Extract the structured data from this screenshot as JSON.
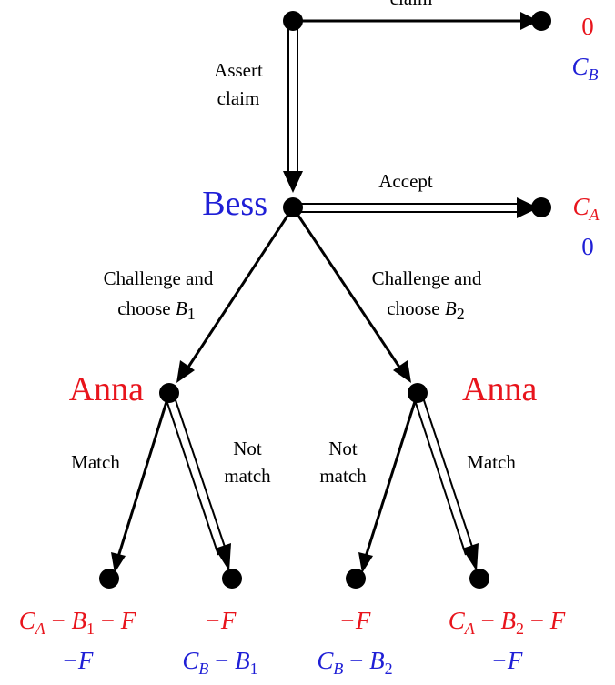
{
  "colors": {
    "anna": "#e8141c",
    "bess": "#1f1fd6",
    "edge": "#000000"
  },
  "players": {
    "top": "Bess",
    "left": "Anna",
    "right": "Anna"
  },
  "actions": {
    "top_right_label": "claim",
    "assert_line1": "Assert",
    "assert_line2": "claim",
    "accept": "Accept",
    "challenge_b1_line1": "Challenge and",
    "challenge_b1_line2": "choose",
    "challenge_b2_line1": "Challenge and",
    "challenge_b2_line2": "choose",
    "match": "Match",
    "not_line1": "Not",
    "not_line2": "match"
  },
  "payoffs": {
    "no_claim": {
      "anna": "0",
      "bess": "C",
      "bess_sub": "B"
    },
    "accept": {
      "anna": "C",
      "anna_sub": "A",
      "bess": "0"
    },
    "b1_match": {
      "anna": "C_A − B_1 − F",
      "bess": "−F"
    },
    "b1_not": {
      "anna": "−F",
      "bess": "C_B − B_1"
    },
    "b2_not": {
      "anna": "−F",
      "bess": "C_B − B_2"
    },
    "b2_match": {
      "anna": "C_A − B_2 − F",
      "bess": "−F"
    }
  },
  "symbols": {
    "B": "B",
    "one": "1",
    "two": "2",
    "C": "C",
    "F": "F",
    "minus": "−",
    "A": "A"
  }
}
